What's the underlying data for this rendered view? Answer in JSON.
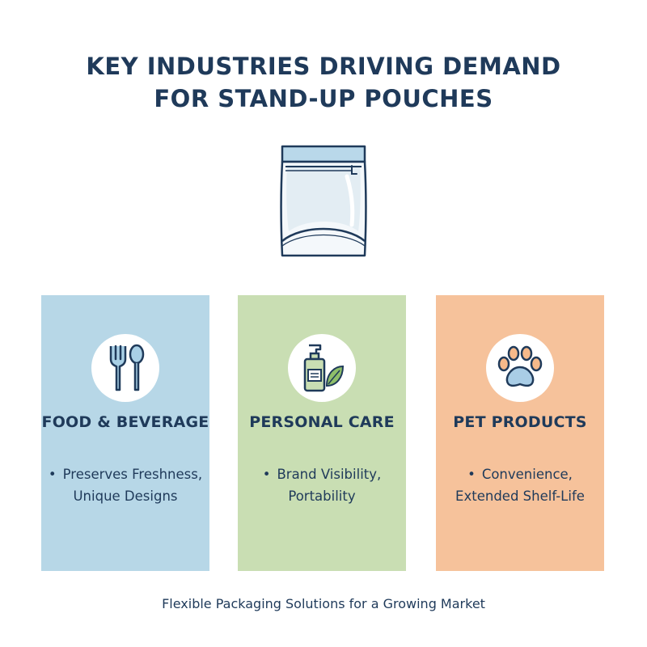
{
  "title": {
    "line1": "KEY INDUSTRIES DRIVING DEMAND",
    "line2": "FOR STAND-UP POUCHES"
  },
  "hero_icon": "stand-up-pouch-icon",
  "colors": {
    "text": "#1f3a5a",
    "food_card": "#b7d7e7",
    "care_card": "#c9deb3",
    "pet_card": "#f6c29b"
  },
  "cards": [
    {
      "icon": "fork-spoon-icon",
      "title": "FOOD & BEVERAGE",
      "bullet": "•",
      "line1": "Preserves Freshness,",
      "line2": "Unique Designs"
    },
    {
      "icon": "lotion-bottle-leaf-icon",
      "title": "PERSONAL CARE",
      "bullet": "•",
      "line1": "Brand Visibility,",
      "line2": "Portability"
    },
    {
      "icon": "paw-print-icon",
      "title": "PET PRODUCTS",
      "bullet": "•",
      "line1": "Convenience,",
      "line2": "Extended Shelf-Life"
    }
  ],
  "footer": "Flexible Packaging Solutions for a Growing Market"
}
